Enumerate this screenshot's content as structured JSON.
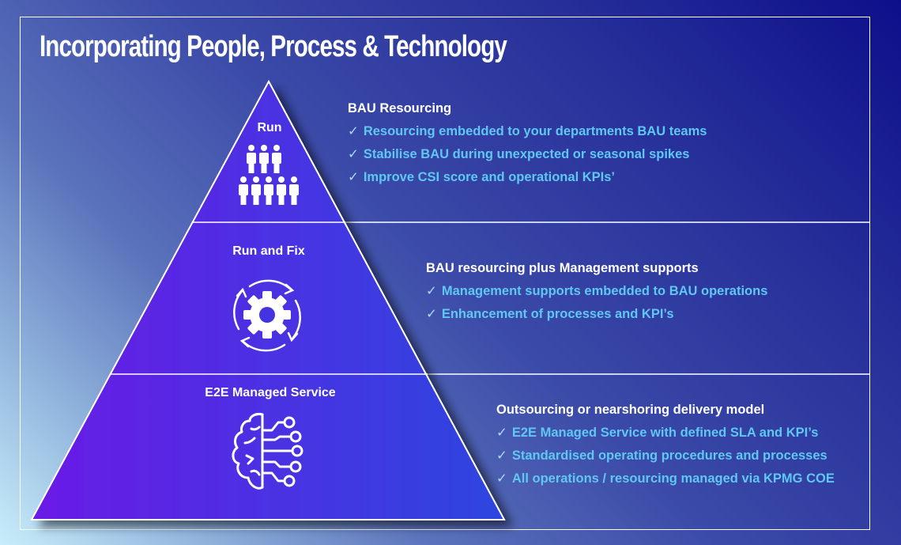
{
  "title": "Incorporating People, Process & Technology",
  "colors": {
    "tier_gradient_start": "#6a1be6",
    "tier_gradient_end": "#2c46df",
    "heading_text": "#ffffff",
    "bullet_text": "#5fc8f2"
  },
  "tiers": [
    {
      "label": "Run",
      "icon": "people-group-icon",
      "description": {
        "heading": "BAU Resourcing",
        "bullet_glyph": "✓",
        "items": [
          "Resourcing embedded to your departments BAU teams",
          "Stabilise BAU during unexpected or seasonal spikes",
          "Improve CSI score and operational KPIs’"
        ]
      }
    },
    {
      "label": "Run and Fix",
      "icon": "gear-cycle-icon",
      "description": {
        "heading": "BAU resourcing plus Management supports",
        "bullet_glyph": "✓",
        "items": [
          "Management supports embedded to BAU operations",
          "Enhancement of processes and KPI’s"
        ]
      }
    },
    {
      "label": "E2E Managed Service",
      "icon": "brain-circuit-icon",
      "description": {
        "heading": "Outsourcing or nearshoring delivery model",
        "bullet_glyph": "✓",
        "items": [
          "E2E Managed Service with defined SLA and KPI’s",
          "Standardised operating procedures and processes",
          "All operations / resourcing managed via KPMG COE"
        ]
      }
    }
  ]
}
